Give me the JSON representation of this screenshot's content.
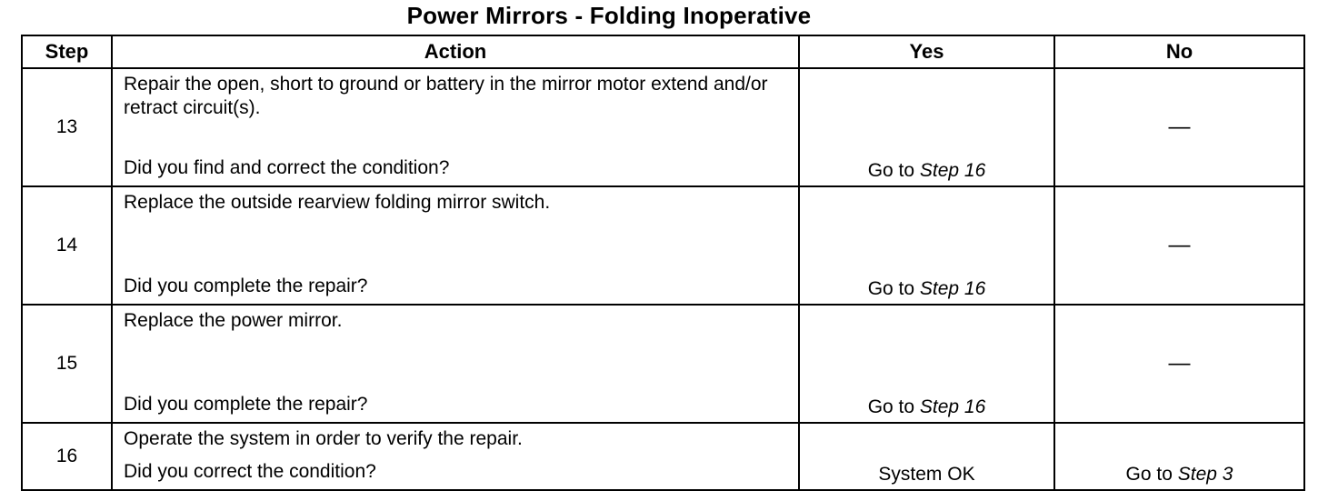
{
  "title": "Power Mirrors - Folding Inoperative",
  "headers": {
    "step": "Step",
    "action": "Action",
    "yes": "Yes",
    "no": "No"
  },
  "rows": [
    {
      "step": "13",
      "action": "Repair the open, short to ground or battery in the mirror motor extend and/or retract circuit(s).",
      "question": "Did you find and correct the condition?",
      "yes_prefix": "Go to ",
      "yes_ref": "Step 16",
      "no": "—"
    },
    {
      "step": "14",
      "action": "Replace the outside rearview folding mirror switch.",
      "question": "Did you complete the repair?",
      "yes_prefix": "Go to ",
      "yes_ref": "Step 16",
      "no": "—"
    },
    {
      "step": "15",
      "action": "Replace the power mirror.",
      "question": "Did you complete the repair?",
      "yes_prefix": "Go to ",
      "yes_ref": "Step 16",
      "no": "—"
    },
    {
      "step": "16",
      "action": "Operate the system in order to verify the repair.",
      "question": "Did you correct the condition?",
      "yes_text": "System OK",
      "no_prefix": "Go to ",
      "no_ref": "Step 3"
    }
  ]
}
